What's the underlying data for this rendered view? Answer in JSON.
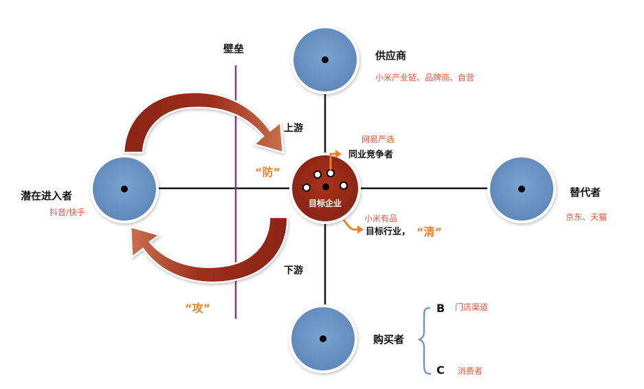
{
  "barrier_label": "壁垒",
  "upstream_label": "上游",
  "downstream_label": "下游",
  "defense_label": "“防”",
  "attack_label": "“攻”",
  "center": {
    "label": "目标企业"
  },
  "supplier": {
    "name": "供应商",
    "note": "小米产业链、品牌商、自营"
  },
  "entrant": {
    "name": "潜在进入者",
    "note": "抖音/快手"
  },
  "substitute": {
    "name": "替代者",
    "note": "京东、天猫"
  },
  "buyer": {
    "name": "购买者",
    "groups": [
      {
        "letter": "B",
        "note": "门店渠道"
      },
      {
        "letter": "C",
        "note": "消费者"
      }
    ]
  },
  "competitor": {
    "note": "网易严选",
    "name": "同业竞争者"
  },
  "industry": {
    "note": "小米有品",
    "name": "目标行业，",
    "accent": "“清”"
  },
  "colors": {
    "node_fill": "#6e97c6",
    "center_fill": "#9b2a16",
    "arrow_dark": "#8c2416",
    "barrier_line": "#7a3b8c",
    "accent_orange": "#e8822a",
    "note_red": "#e0563e"
  }
}
